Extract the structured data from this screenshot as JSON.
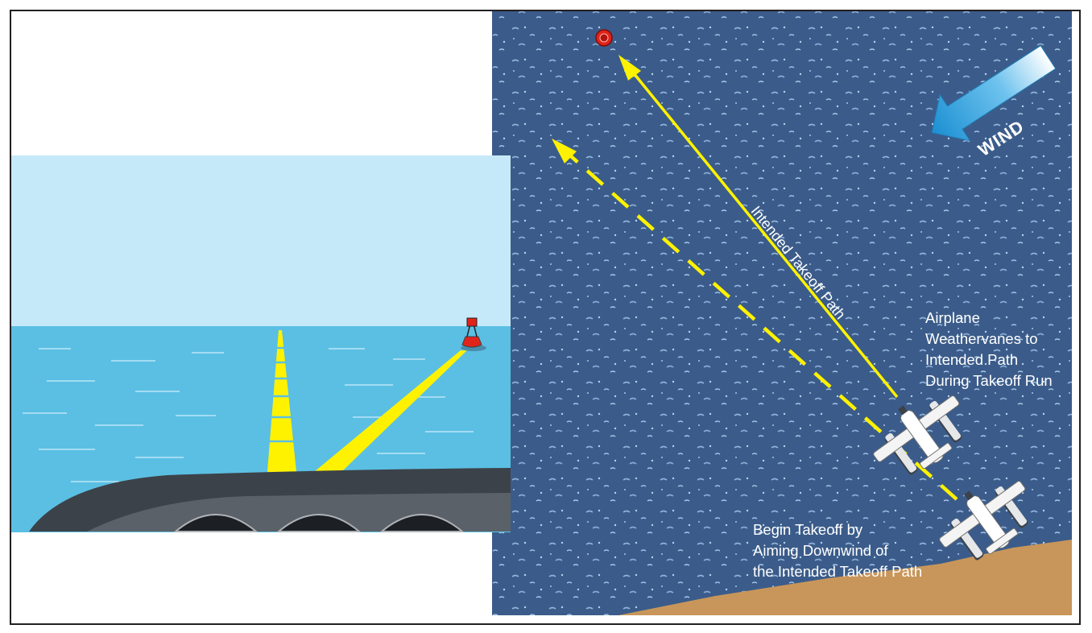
{
  "labels": {
    "intended_path": "Intended Takeoff Path",
    "wind": "WIND",
    "weathervane": [
      "Airplane",
      "Weathervanes to",
      "Intended Path",
      "During Takeoff Run"
    ],
    "begin_takeoff": [
      "Begin Takeoff by",
      "Aiming Downwind of",
      "the Intended Takeoff Path"
    ]
  },
  "colors": {
    "water_dark": "#3b5c8a",
    "sky": "#c6e9f9",
    "sea": "#5bbfe3",
    "path_yellow": "#fff200",
    "buoy_red": "#e2231a",
    "shore": "#c8965a",
    "wind_arrow": "#2a9fd8",
    "float_grey": "#3c4249"
  },
  "icons": [
    "buoy-icon",
    "target-buoy-icon",
    "airplane-icon",
    "wind-arrow-icon"
  ]
}
